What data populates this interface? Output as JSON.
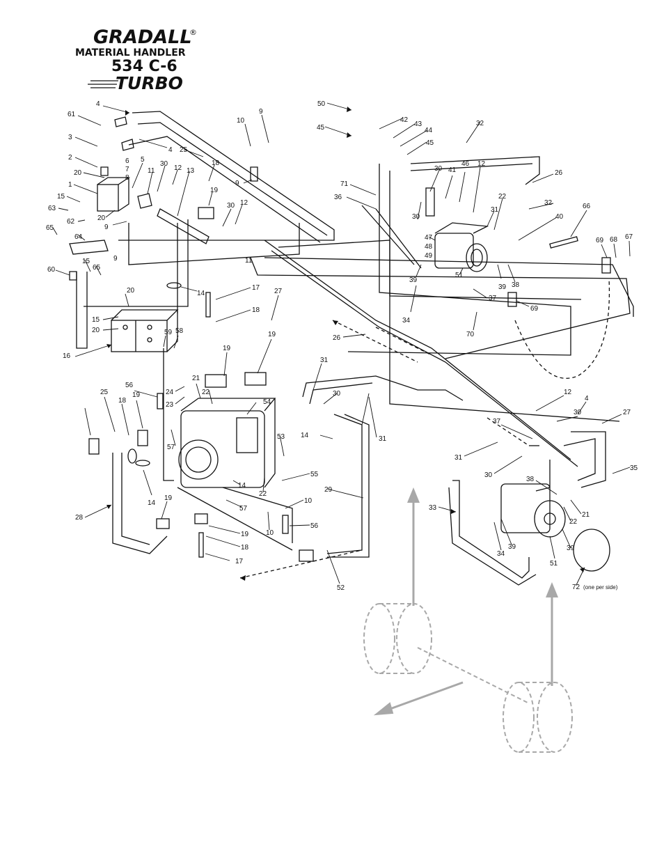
{
  "logo": {
    "brand": "GRADALL",
    "registered": "®",
    "subtitle": "MATERIAL HANDLER",
    "model": "534 C-6",
    "turbo": "TURBO"
  },
  "callouts": [
    {
      "id": "c4a",
      "text": "4"
    },
    {
      "id": "c61",
      "text": "61"
    },
    {
      "id": "c3",
      "text": "3"
    },
    {
      "id": "c2",
      "text": "2"
    },
    {
      "id": "c20a",
      "text": "20"
    },
    {
      "id": "c1",
      "text": "1"
    },
    {
      "id": "c15a",
      "text": "15"
    },
    {
      "id": "c63",
      "text": "63"
    },
    {
      "id": "c62",
      "text": "62"
    },
    {
      "id": "c65a",
      "text": "65"
    },
    {
      "id": "c64",
      "text": "64"
    },
    {
      "id": "c15b",
      "text": "15"
    },
    {
      "id": "c65b",
      "text": "65"
    },
    {
      "id": "c60",
      "text": "60"
    },
    {
      "id": "c6",
      "text": "6"
    },
    {
      "id": "c7",
      "text": "7"
    },
    {
      "id": "c8",
      "text": "8"
    },
    {
      "id": "c20b",
      "text": "20"
    },
    {
      "id": "c9a",
      "text": "9"
    },
    {
      "id": "c5",
      "text": "5"
    },
    {
      "id": "c11a",
      "text": "11"
    },
    {
      "id": "c30a",
      "text": "30"
    },
    {
      "id": "c12a",
      "text": "12"
    },
    {
      "id": "c13",
      "text": "13"
    },
    {
      "id": "c4b",
      "text": "4"
    },
    {
      "id": "c25a",
      "text": "25"
    },
    {
      "id": "c18a",
      "text": "18"
    },
    {
      "id": "c19a",
      "text": "19"
    },
    {
      "id": "c10a",
      "text": "10"
    },
    {
      "id": "c9b",
      "text": "9"
    },
    {
      "id": "c9c",
      "text": "9"
    },
    {
      "id": "c30b",
      "text": "30"
    },
    {
      "id": "c12b",
      "text": "12"
    },
    {
      "id": "c11b",
      "text": "11"
    },
    {
      "id": "c9d",
      "text": "9"
    },
    {
      "id": "c14a",
      "text": "14"
    },
    {
      "id": "c17a",
      "text": "17"
    },
    {
      "id": "c18b",
      "text": "18"
    },
    {
      "id": "c27a",
      "text": "27"
    },
    {
      "id": "c15c",
      "text": "15"
    },
    {
      "id": "c20c",
      "text": "20"
    },
    {
      "id": "c20d",
      "text": "20"
    },
    {
      "id": "c59",
      "text": "59"
    },
    {
      "id": "c58",
      "text": "58"
    },
    {
      "id": "c16",
      "text": "16"
    },
    {
      "id": "c19b",
      "text": "19"
    },
    {
      "id": "c56a",
      "text": "56"
    },
    {
      "id": "c24",
      "text": "24"
    },
    {
      "id": "c23",
      "text": "23"
    },
    {
      "id": "c21a",
      "text": "21"
    },
    {
      "id": "c22a",
      "text": "22"
    },
    {
      "id": "c54",
      "text": "54"
    },
    {
      "id": "c19c",
      "text": "19"
    },
    {
      "id": "c25b",
      "text": "25"
    },
    {
      "id": "c18c",
      "text": "18"
    },
    {
      "id": "c19d",
      "text": "19"
    },
    {
      "id": "c57a",
      "text": "57"
    },
    {
      "id": "c14b",
      "text": "14"
    },
    {
      "id": "c28",
      "text": "28"
    },
    {
      "id": "c19e",
      "text": "19"
    },
    {
      "id": "c14c",
      "text": "14"
    },
    {
      "id": "c22b",
      "text": "22"
    },
    {
      "id": "c53",
      "text": "53"
    },
    {
      "id": "c55",
      "text": "55"
    },
    {
      "id": "c57b",
      "text": "57"
    },
    {
      "id": "c10b",
      "text": "10"
    },
    {
      "id": "c10c",
      "text": "10"
    },
    {
      "id": "c56b",
      "text": "56"
    },
    {
      "id": "c19f",
      "text": "19"
    },
    {
      "id": "c18d",
      "text": "18"
    },
    {
      "id": "c17b",
      "text": "17"
    },
    {
      "id": "c31a",
      "text": "31"
    },
    {
      "id": "c30c",
      "text": "30"
    },
    {
      "id": "c31b",
      "text": "31"
    },
    {
      "id": "c14d",
      "text": "14"
    },
    {
      "id": "c29",
      "text": "29"
    },
    {
      "id": "c52",
      "text": "52"
    },
    {
      "id": "c26a",
      "text": "26"
    },
    {
      "id": "c50",
      "text": "50"
    },
    {
      "id": "c45a",
      "text": "45"
    },
    {
      "id": "c42",
      "text": "42"
    },
    {
      "id": "c43",
      "text": "43"
    },
    {
      "id": "c44",
      "text": "44"
    },
    {
      "id": "c45b",
      "text": "45"
    },
    {
      "id": "c32a",
      "text": "32"
    },
    {
      "id": "c26b",
      "text": "26"
    },
    {
      "id": "c71",
      "text": "71"
    },
    {
      "id": "c36",
      "text": "36"
    },
    {
      "id": "c30d",
      "text": "30"
    },
    {
      "id": "c41",
      "text": "41"
    },
    {
      "id": "c46",
      "text": "46"
    },
    {
      "id": "c12c",
      "text": "12"
    },
    {
      "id": "c32b",
      "text": "32"
    },
    {
      "id": "c22c",
      "text": "22"
    },
    {
      "id": "c31c",
      "text": "31"
    },
    {
      "id": "c40",
      "text": "40"
    },
    {
      "id": "c30e",
      "text": "30"
    },
    {
      "id": "c47",
      "text": "47"
    },
    {
      "id": "c48",
      "text": "48"
    },
    {
      "id": "c49",
      "text": "49"
    },
    {
      "id": "c51a",
      "text": "51"
    },
    {
      "id": "c39a",
      "text": "39"
    },
    {
      "id": "c39b",
      "text": "39"
    },
    {
      "id": "c38a",
      "text": "38"
    },
    {
      "id": "c37a",
      "text": "37"
    },
    {
      "id": "c34a",
      "text": "34"
    },
    {
      "id": "c69a",
      "text": "69"
    },
    {
      "id": "c70",
      "text": "70"
    },
    {
      "id": "c66",
      "text": "66"
    },
    {
      "id": "c69b",
      "text": "69"
    },
    {
      "id": "c68",
      "text": "68"
    },
    {
      "id": "c67",
      "text": "67"
    },
    {
      "id": "c12d",
      "text": "12"
    },
    {
      "id": "c4c",
      "text": "4"
    },
    {
      "id": "c30f",
      "text": "30"
    },
    {
      "id": "c27b",
      "text": "27"
    },
    {
      "id": "c37b",
      "text": "37"
    },
    {
      "id": "c31d",
      "text": "31"
    },
    {
      "id": "c30g",
      "text": "30"
    },
    {
      "id": "c35",
      "text": "35"
    },
    {
      "id": "c38b",
      "text": "38"
    },
    {
      "id": "c33",
      "text": "33"
    },
    {
      "id": "c21b",
      "text": "21"
    },
    {
      "id": "c22d",
      "text": "22"
    },
    {
      "id": "c39c",
      "text": "39"
    },
    {
      "id": "c34b",
      "text": "34"
    },
    {
      "id": "c39d",
      "text": "39"
    },
    {
      "id": "c51b",
      "text": "51"
    },
    {
      "id": "c72",
      "text": "72"
    }
  ],
  "note_72": "(one per side)",
  "colors": {
    "line": "#111111",
    "ghost": "#a8a8a8"
  }
}
